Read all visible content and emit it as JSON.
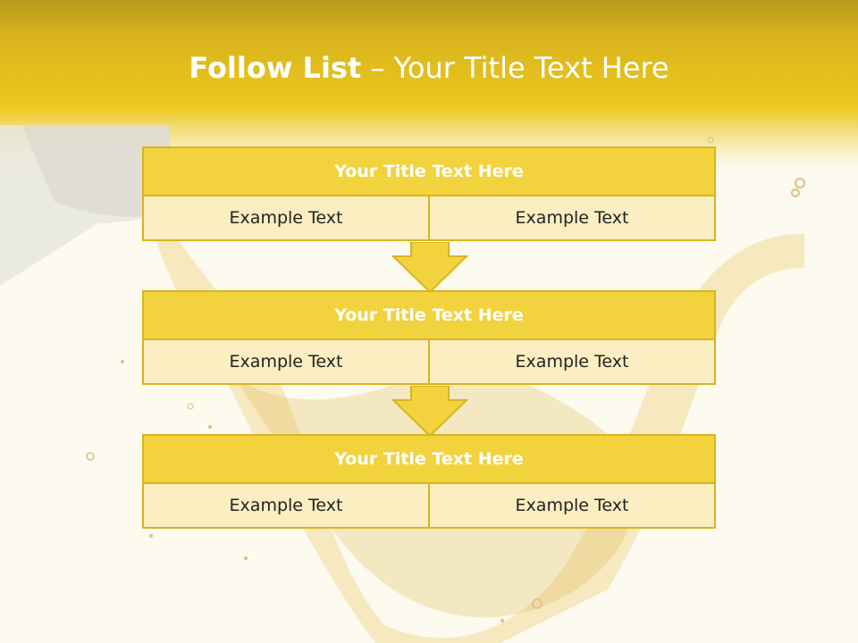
{
  "slide": {
    "title_bold": "Follow List",
    "title_rest": "  – Your Title Text Here",
    "blocks": [
      {
        "title": "Your Title Text Here",
        "left": "Example Text",
        "right": "Example Text"
      },
      {
        "title": "Your Title Text Here",
        "left": "Example Text",
        "right": "Example Text"
      },
      {
        "title": "Your Title Text Here",
        "left": "Example Text",
        "right": "Example Text"
      }
    ]
  },
  "colors": {
    "header": "#ecc91f",
    "block_title_fill": "#f2d33e",
    "block_cell_fill": "#fbeec1",
    "border": "#d9b41e"
  }
}
